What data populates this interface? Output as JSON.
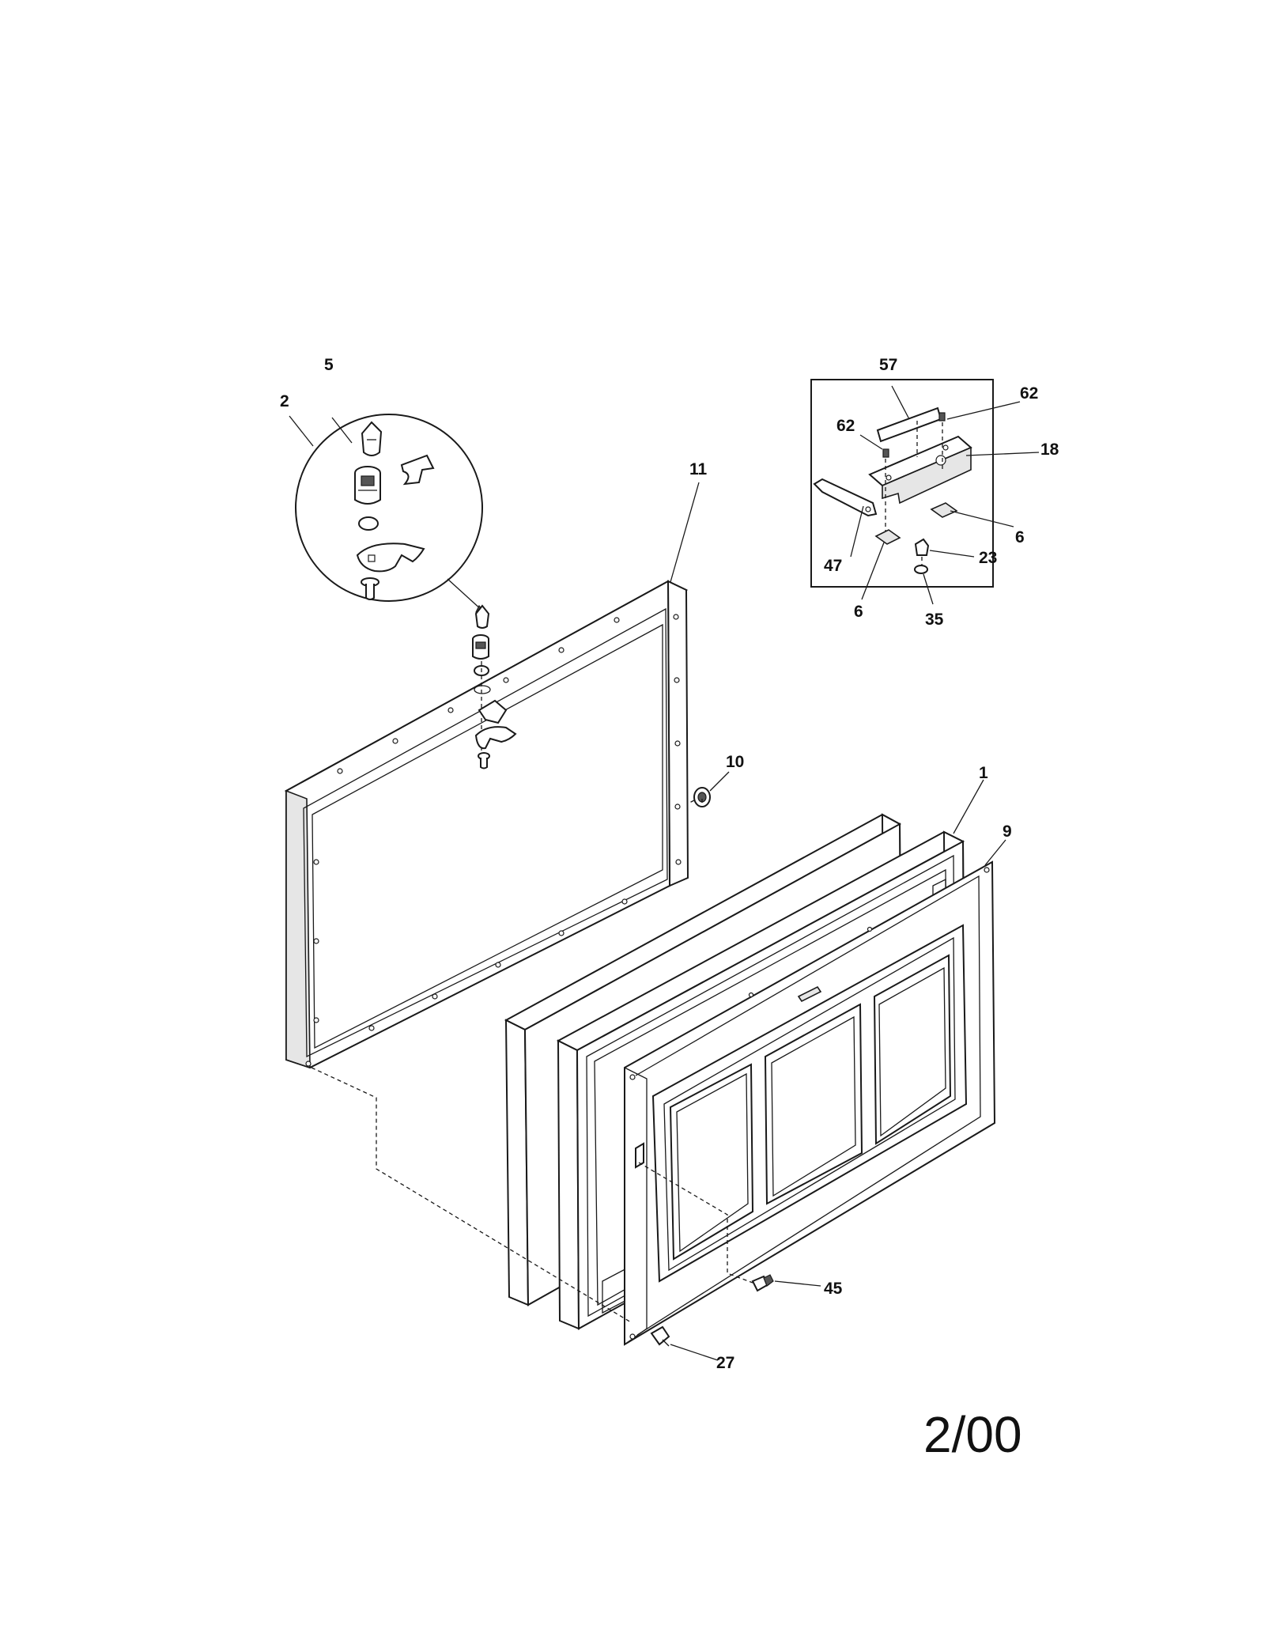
{
  "labels": {
    "l5": "5",
    "l2": "2",
    "l11": "11",
    "l57": "57",
    "l62a": "62",
    "l62b": "62",
    "l18": "18",
    "l6a": "6",
    "l6b": "6",
    "l47": "47",
    "l23": "23",
    "l35": "35",
    "l10": "10",
    "l1": "1",
    "l9": "9",
    "l45": "45",
    "l27": "27"
  },
  "page_number": "2/00"
}
